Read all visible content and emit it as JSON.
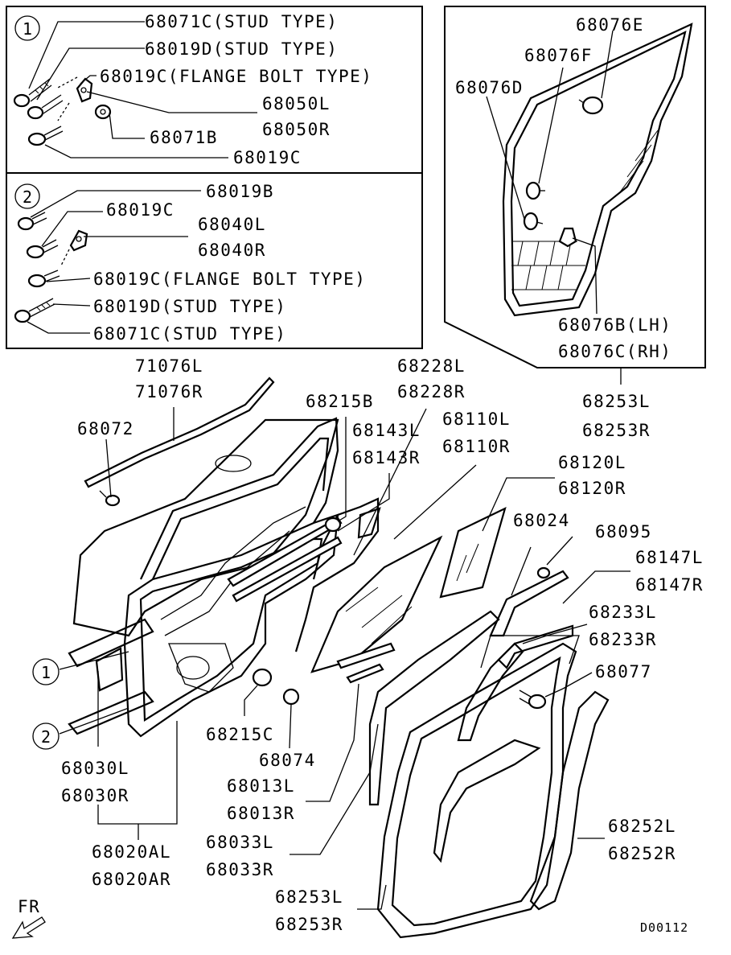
{
  "inset1": {
    "badge": "1",
    "labels": [
      "68071C(STUD TYPE)",
      "68019D(STUD TYPE)",
      "68019C(FLANGE BOLT TYPE)",
      "68050L",
      "68050R",
      "68071B",
      "68019C"
    ]
  },
  "inset2": {
    "badge": "2",
    "labels": [
      "68019B",
      "68019C",
      "68040L",
      "68040R",
      "68019C(FLANGE BOLT TYPE)",
      "68019D(STUD TYPE)",
      "68071C(STUD TYPE)"
    ]
  },
  "inset3": {
    "labels": [
      "68076E",
      "68076F",
      "68076D",
      "68076B(LH)",
      "68076C(RH)"
    ]
  },
  "callouts": {
    "l71076L": "71076L",
    "l71076R": "71076R",
    "l68072": "68072",
    "l68215B": "68215B",
    "l68228L": "68228L",
    "l68228R": "68228R",
    "l68143L": "68143L",
    "l68143R": "68143R",
    "l68110L": "68110L",
    "l68110R": "68110R",
    "l68253L_top": "68253L",
    "l68253R_top": "68253R",
    "l68120L": "68120L",
    "l68120R": "68120R",
    "l68024": "68024",
    "l68095": "68095",
    "l68147L": "68147L",
    "l68147R": "68147R",
    "l68233L": "68233L",
    "l68233R": "68233R",
    "l68077": "68077",
    "badge1": "1",
    "badge2": "2",
    "l68030L": "68030L",
    "l68030R": "68030R",
    "l68215C": "68215C",
    "l68074": "68074",
    "l68013L": "68013L",
    "l68013R": "68013R",
    "l68033L": "68033L",
    "l68033R": "68033R",
    "l68020AL": "68020AL",
    "l68020AR": "68020AR",
    "l68252L": "68252L",
    "l68252R": "68252R",
    "l68253L_bottom": "68253L",
    "l68253R_bottom": "68253R"
  },
  "front_indicator": "FR",
  "diagram_code": "D00112"
}
